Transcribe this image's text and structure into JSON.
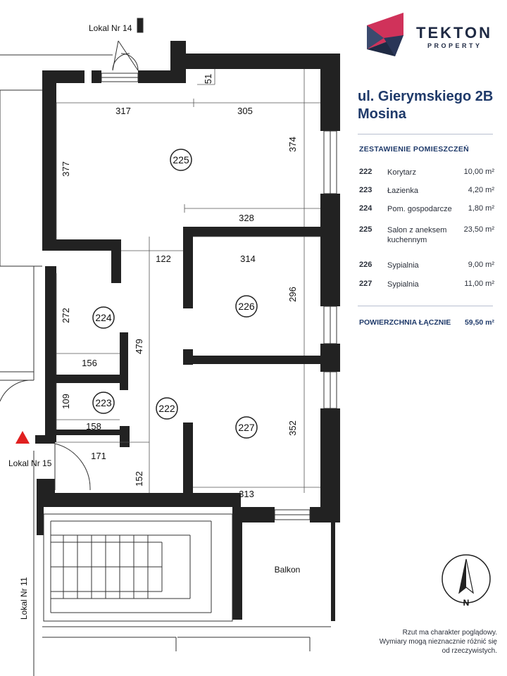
{
  "brand": {
    "name": "TEKTON",
    "sub": "PROPERTY"
  },
  "address": {
    "street": "ul. Gierymskiego 2B",
    "city": "Mosina"
  },
  "rooms_heading": "ZESTAWIENIE POMIESZCZEŃ",
  "rooms": [
    {
      "num": "222",
      "name": "Korytarz",
      "area": "10,00 m²"
    },
    {
      "num": "223",
      "name": "Łazienka",
      "area": "4,20 m²"
    },
    {
      "num": "224",
      "name": "Pom. gospodarcze",
      "area": "1,80 m²"
    },
    {
      "num": "225",
      "name": "Salon z aneksem kuchennym",
      "area": "23,50 m²"
    },
    {
      "num": "226",
      "name": "Sypialnia",
      "area": "9,00 m²"
    },
    {
      "num": "227",
      "name": "Sypialnia",
      "area": "11,00 m²"
    }
  ],
  "total": {
    "label": "POWIERZCHNIA ŁĄCZNIE",
    "value": "59,50 m²"
  },
  "disclaimer": [
    "Rzut ma charakter poglądowy.",
    "Wymiary mogą nieznacznie różnić się",
    "od rzeczywistych."
  ],
  "plan": {
    "room_labels": {
      "r225": "225",
      "r224": "224",
      "r223": "223",
      "r222": "222",
      "r226": "226",
      "r227": "227"
    },
    "dims": {
      "d51": "51",
      "d317": "317",
      "d305": "305",
      "d377": "377",
      "d374": "374",
      "d328": "328",
      "d122": "122",
      "d314": "314",
      "d272": "272",
      "d296": "296",
      "d479": "479",
      "d156": "156",
      "d109": "109",
      "d158": "158",
      "d171": "171",
      "d352": "352",
      "d152": "152",
      "d313": "313"
    },
    "neighbours": {
      "lokal14": "Lokal Nr 14",
      "lokal15": "Lokal Nr 15",
      "lokal11": "Lokal Nr 11"
    },
    "balcony": "Balkon",
    "north": "N"
  },
  "colors": {
    "wall": "#222222",
    "accent": "#d0325a",
    "brand_dark": "#1f2a44",
    "entrance_marker": "#e02020"
  }
}
